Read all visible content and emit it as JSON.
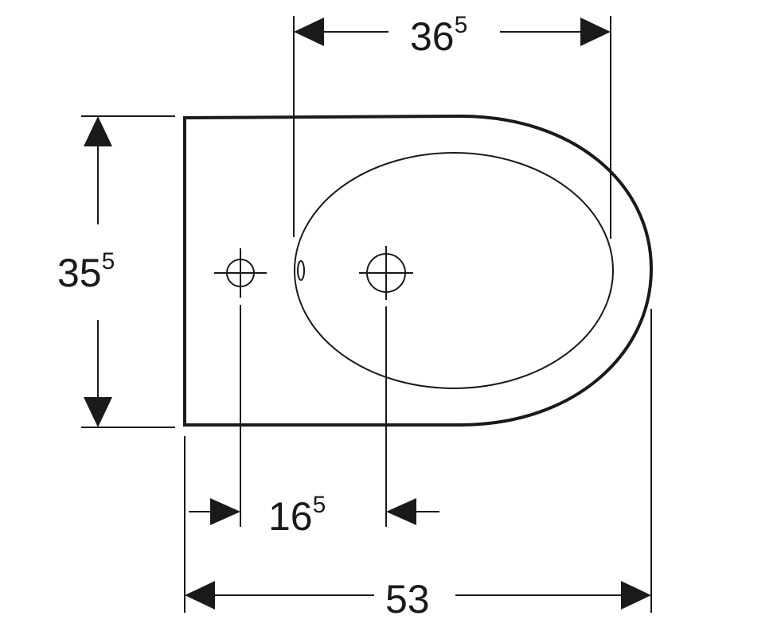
{
  "dimensions": {
    "top_width": {
      "main": "36",
      "sup": "5"
    },
    "left_height": {
      "main": "35",
      "sup": "5"
    },
    "hole_spacing": {
      "main": "16",
      "sup": "5"
    },
    "total_length": {
      "main": "53",
      "sup": ""
    }
  },
  "colors": {
    "line": "#1a1a1a",
    "background": "#ffffff"
  }
}
